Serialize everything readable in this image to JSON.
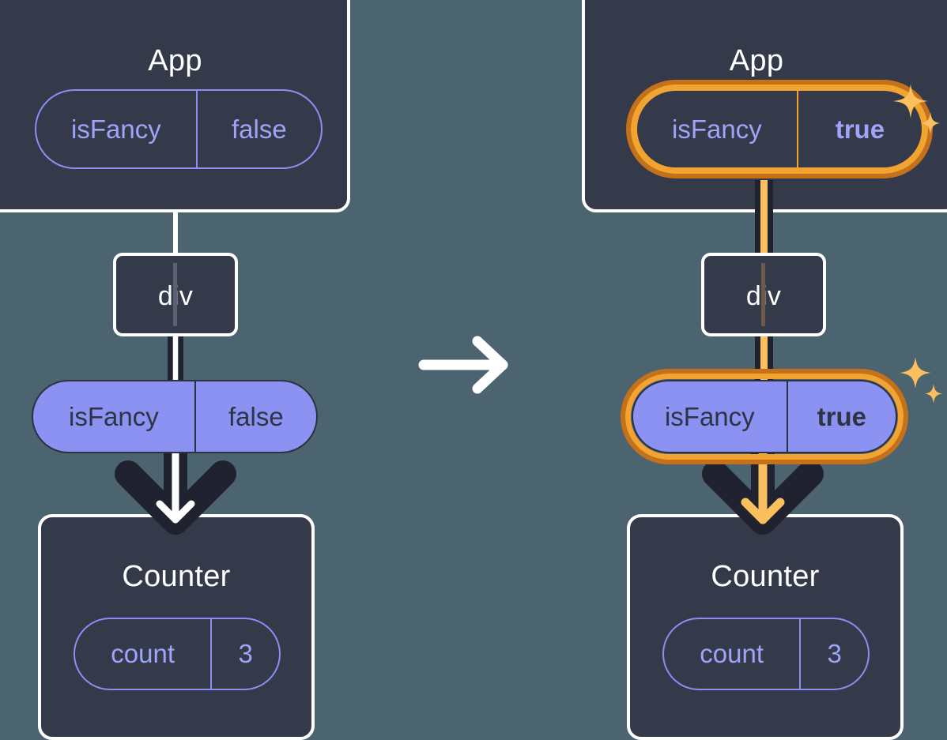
{
  "diagram": {
    "title": "React state update propagation diagram",
    "transition_icon": "right-arrow-icon",
    "colors": {
      "background": "#4b6470",
      "card": "#343a4a",
      "card_border": "#ffffff",
      "pill_fill": "#8b92f2",
      "pill_outline": "#8b8ff5",
      "highlight_orange": "#f3a430",
      "highlight_orange_light": "#fbbf5e",
      "highlight_orange_dark": "#c4711a",
      "edge_dark": "#21222f"
    }
  },
  "before": {
    "app": {
      "title": "App",
      "state": {
        "name": "isFancy",
        "value": "false",
        "highlighted": false
      }
    },
    "div": {
      "title": "div"
    },
    "prop": {
      "name": "isFancy",
      "value": "false",
      "highlighted": false
    },
    "counter": {
      "title": "Counter",
      "state": {
        "name": "count",
        "value": "3",
        "highlighted": false
      }
    }
  },
  "after": {
    "app": {
      "title": "App",
      "state": {
        "name": "isFancy",
        "value": "true",
        "highlighted": true
      }
    },
    "div": {
      "title": "div"
    },
    "prop": {
      "name": "isFancy",
      "value": "true",
      "highlighted": true
    },
    "counter": {
      "title": "Counter",
      "state": {
        "name": "count",
        "value": "3",
        "highlighted": false
      }
    },
    "sparkle_top": "sparkles-icon",
    "sparkle_mid": "sparkles-icon"
  }
}
